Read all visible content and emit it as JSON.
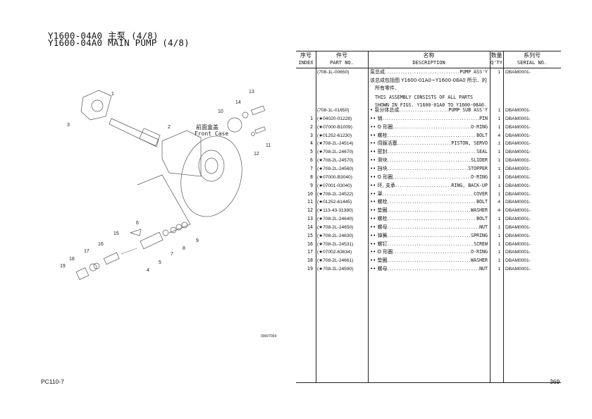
{
  "title": {
    "line1": "Y1600-04A0 主泵 (4/8)",
    "line2": "Y1600-04A0 MAIN PUMP (4/8)"
  },
  "diagram": {
    "front_case_zh": "前面盒盖",
    "front_case_en": "Front Case",
    "figure_code": "00007004",
    "callouts": [
      "1",
      "2",
      "3",
      "4",
      "5",
      "6",
      "7",
      "8",
      "9",
      "10",
      "11",
      "12",
      "13",
      "14",
      "15",
      "16",
      "17",
      "18",
      "19"
    ]
  },
  "table": {
    "headers": {
      "index": {
        "zh": "序号",
        "en": "INDEX"
      },
      "part_no": {
        "zh": "件号",
        "en": "PART NO."
      },
      "description": {
        "zh": "名称",
        "en": "DESCRIPTION"
      },
      "qty": {
        "zh": "数量",
        "en": "Q'TY"
      },
      "serial": {
        "zh": "系列号",
        "en": "SERIAL NO."
      }
    },
    "assembly": {
      "part_no": "(708-1L-00650)",
      "desc_zh": "泵总成",
      "desc_en": "PUMP ASS'Y",
      "qty": "1",
      "serial": "DBAM0001-"
    },
    "notes": [
      "该总成包括图 Y1600-01A0~Y1600-08A0 所示．的",
      "所有零件．",
      "THIS ASSEMBLY CONSISTS OF ALL PARTS",
      "SHOWN IN FIGS. Y1600-01A0 TO Y1600-08A0."
    ],
    "rows": [
      {
        "index": "",
        "part_no": "(708-1L-01650)",
        "desc_zh": "• 泵分体总成",
        "desc_en": "PUMP SUB ASS'Y",
        "qty": "1",
        "serial": "DBAM0001-"
      },
      {
        "index": "1",
        "part_no": "(★04020-01228)",
        "desc_zh": "•• 销",
        "desc_en": "PIN",
        "qty": "1",
        "serial": "DBAM0001-"
      },
      {
        "index": "2",
        "part_no": "(★07000-B1009)",
        "desc_zh": "•• O 形圈",
        "desc_en": "O-RING",
        "qty": "1",
        "serial": "DBAM0001-"
      },
      {
        "index": "3",
        "part_no": "(★01252-61230)",
        "desc_zh": "•• 螺栓",
        "desc_en": "BOLT",
        "qty": "4",
        "serial": "DBAM0001-"
      },
      {
        "index": "4",
        "part_no": "(★708-2L-24514)",
        "desc_zh": "•• 伺服活塞",
        "desc_en": "PISTON, SERVO",
        "qty": "1",
        "serial": "DBAM0001-"
      },
      {
        "index": "5",
        "part_no": "(★708-2L-24670)",
        "desc_zh": "•• 密封",
        "desc_en": "SEAL",
        "qty": "1",
        "serial": "DBAM0001-"
      },
      {
        "index": "6",
        "part_no": "(★708-2L-24570)",
        "desc_zh": "•• 滑块",
        "desc_en": "SLIDER",
        "qty": "1",
        "serial": "DBAM0001-"
      },
      {
        "index": "7",
        "part_no": "(★708-2L-24560)",
        "desc_zh": "•• 挡块",
        "desc_en": "STOPPER",
        "qty": "1",
        "serial": "DBAM0001-"
      },
      {
        "index": "8",
        "part_no": "(★07000-B3040)",
        "desc_zh": "•• O 形圈",
        "desc_en": "O-RING",
        "qty": "1",
        "serial": "DBAM0001-"
      },
      {
        "index": "9",
        "part_no": "(★07001-03040)",
        "desc_zh": "•• 环, 支承",
        "desc_en": "RING, BACK-UP",
        "qty": "1",
        "serial": "DBAM0001-"
      },
      {
        "index": "10",
        "part_no": "(★708-2L-24522)",
        "desc_zh": "•• 罩",
        "desc_en": "COVER",
        "qty": "1",
        "serial": "DBAM0001-"
      },
      {
        "index": "11",
        "part_no": "(★01252-61445)",
        "desc_zh": "•• 螺栓",
        "desc_en": "BOLT",
        "qty": "4",
        "serial": "DBAM0001-"
      },
      {
        "index": "12",
        "part_no": "(★113-43-31380)",
        "desc_zh": "•• 垫圈",
        "desc_en": "WASHER",
        "qty": "4",
        "serial": "DBAM0001-"
      },
      {
        "index": "13",
        "part_no": "(★708-2L-24640)",
        "desc_zh": "•• 螺栓",
        "desc_en": "BOLT",
        "qty": "1",
        "serial": "DBAM0001-"
      },
      {
        "index": "14",
        "part_no": "(★708-2L-24650)",
        "desc_zh": "•• 螺母",
        "desc_en": "NUT",
        "qty": "1",
        "serial": "DBAM0001-"
      },
      {
        "index": "15",
        "part_no": "(★708-2L-24630)",
        "desc_zh": "•• 弹簧",
        "desc_en": "SPRING",
        "qty": "1",
        "serial": "DBAM0001-"
      },
      {
        "index": "16",
        "part_no": "(★708-2L-24531)",
        "desc_zh": "•• 螺钉",
        "desc_en": "SCREW",
        "qty": "1",
        "serial": "DBAM0001-"
      },
      {
        "index": "17",
        "part_no": "(★07002-63634)",
        "desc_zh": "•• O 形圈",
        "desc_en": "O-RING",
        "qty": "1",
        "serial": "DBAM0001-"
      },
      {
        "index": "18",
        "part_no": "(★708-2L-24661)",
        "desc_zh": "•• 垫圈",
        "desc_en": "WASHER",
        "qty": "1",
        "serial": "DBAM0001-"
      },
      {
        "index": "19",
        "part_no": "(★708-2L-24590)",
        "desc_zh": "•• 螺母",
        "desc_en": "NUT",
        "qty": "1",
        "serial": "DBAM0001-"
      }
    ]
  },
  "footer": {
    "model": "PC110-7",
    "page": "369"
  }
}
